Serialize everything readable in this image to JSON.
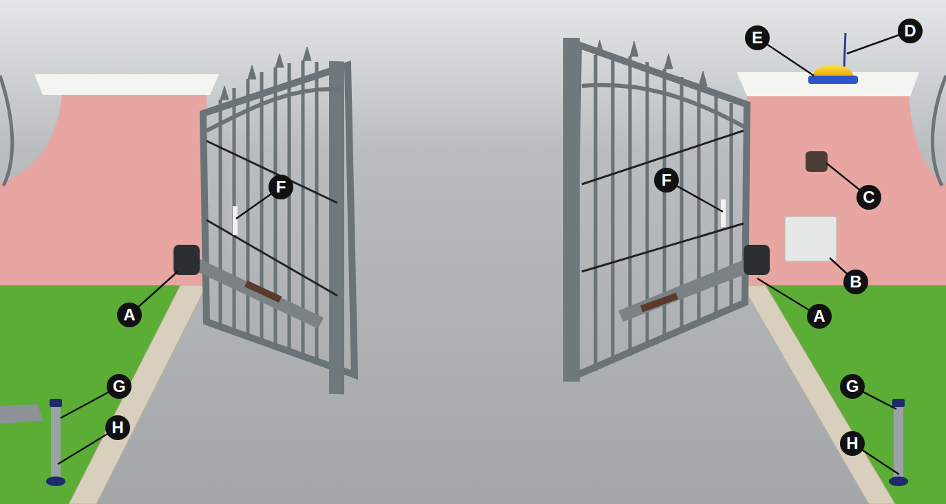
{
  "diagram": {
    "labels": [
      "E",
      "D",
      "F",
      "F",
      "C",
      "B",
      "A",
      "A",
      "G",
      "G",
      "H",
      "H"
    ]
  }
}
